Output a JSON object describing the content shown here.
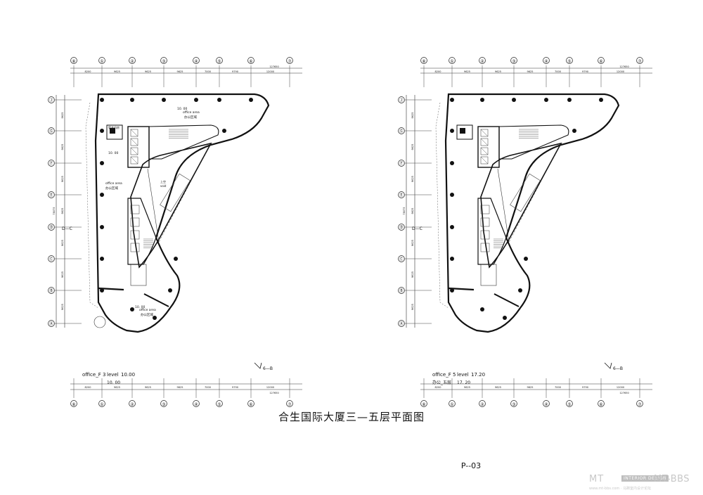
{
  "sheet": {
    "title": "合生国际大厦三—五层平面图",
    "page_number": "P--03"
  },
  "grid": {
    "columns": [
      "⑧",
      "①",
      "②",
      "③",
      "④",
      "⑤",
      "⑥",
      "⑦"
    ],
    "rows": [
      "Ⓐ",
      "Ⓑ",
      "Ⓒ",
      "Ⓓ",
      "Ⓔ",
      "Ⓕ",
      "Ⓖ",
      "Ⓙ"
    ],
    "col_dims": [
      "8200",
      "9625",
      "9625",
      "9625",
      "7000",
      "9790",
      "12000"
    ],
    "col_total": "127650",
    "row_dims": [
      "9625",
      "9625",
      "9625",
      "9625",
      "9625",
      "9625",
      "9625"
    ],
    "row_total": "78075"
  },
  "plans": {
    "left": {
      "caption_name": "office_F 3",
      "caption_level_label": "level",
      "caption_level_value": "10.00",
      "caption_level_cn": "10. 00",
      "section_mark": "6—B",
      "section_mark_left": "D—C",
      "area_top_en": "office area",
      "area_top_cn": "办公区域",
      "area_top_level": "10. 00",
      "area_mid_en": "office area",
      "area_mid_cn": "办公区域",
      "area_bot_en": "office area",
      "area_bot_cn": "办公区域",
      "area_bot_level": "10. 00",
      "level_mark": "10. 00",
      "void_label_1": "上空",
      "void_label_2": "void",
      "core_label": "管井机房"
    },
    "right": {
      "caption_name": "office_F 5",
      "caption_level_label": "level",
      "caption_level_value": "17.20",
      "caption_cn": "办公_五层",
      "caption_level_cn": "17. 20",
      "section_mark": "6—B",
      "section_mark_left": "D—C"
    }
  },
  "watermark": {
    "logo": "MT",
    "badge": "INTERIOR DESIGN",
    "brand": "MT-BBS",
    "url": "www.mt-bbs.com · 马蹄室内设计论坛"
  }
}
